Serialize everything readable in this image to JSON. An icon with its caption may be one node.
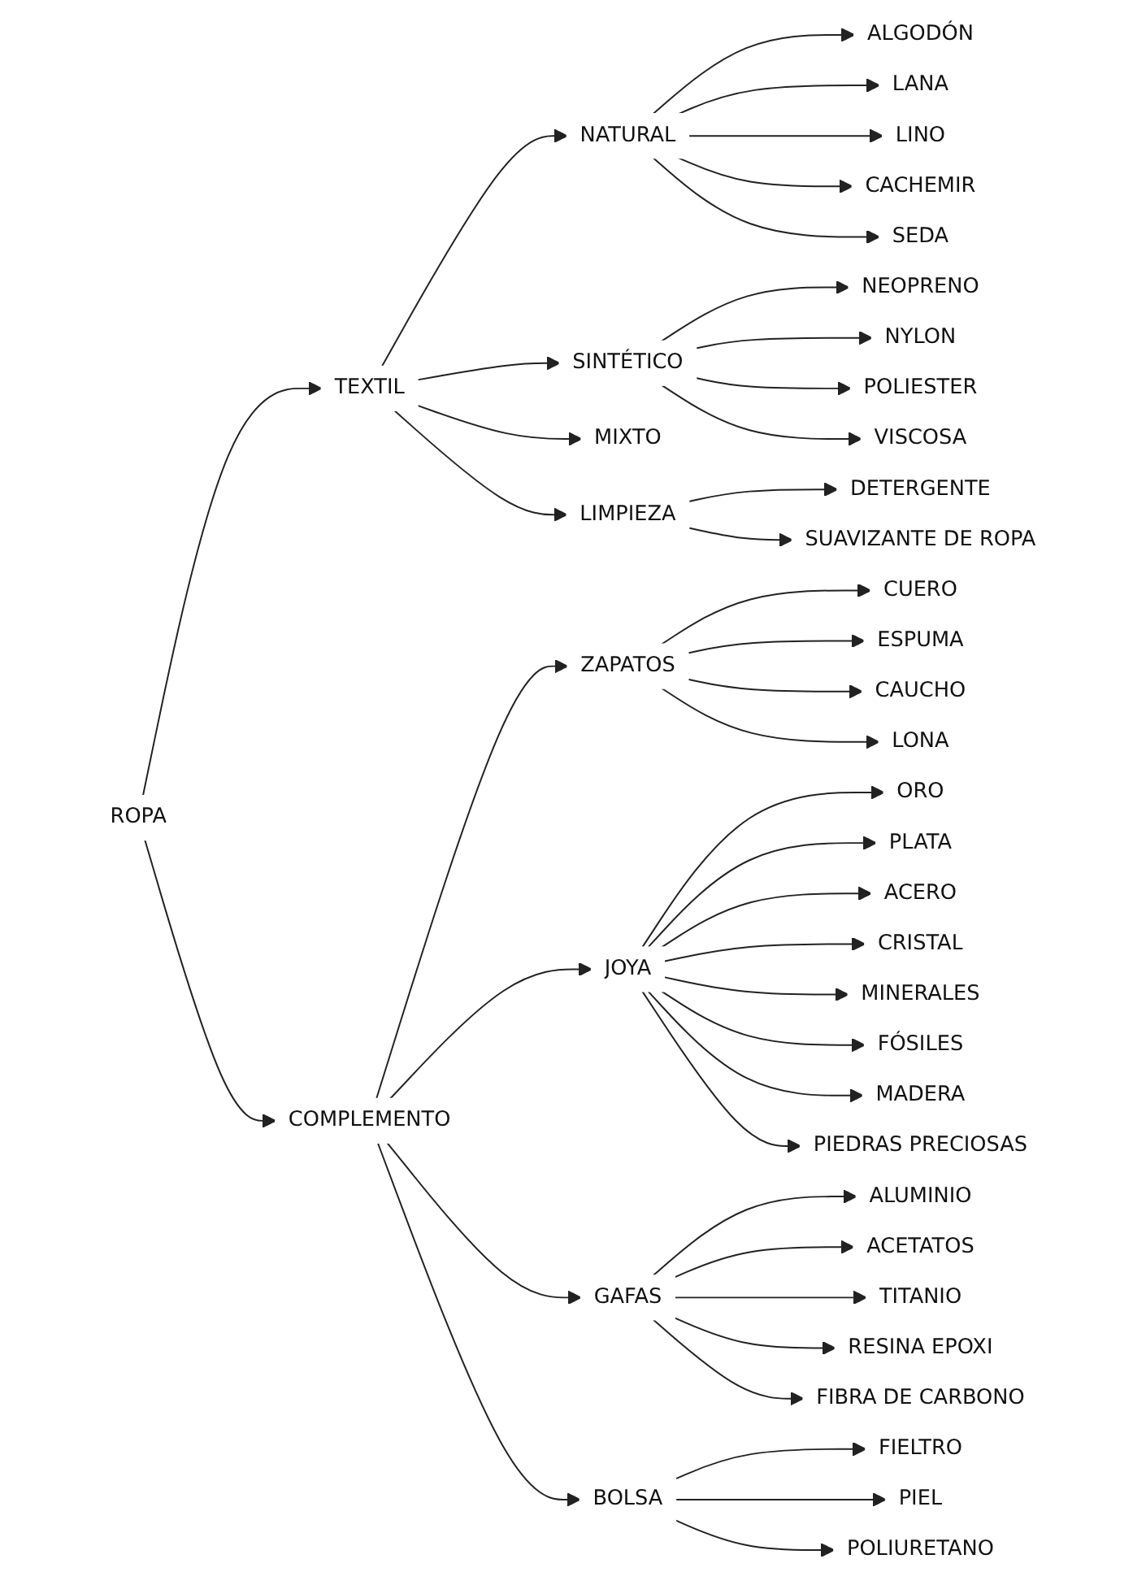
{
  "diagram": {
    "nodes": [
      {
        "text": [
          "ROPA"
        ]
      },
      {
        "text": [
          "TEXTIL"
        ]
      },
      {
        "text": [
          "NATURAL"
        ]
      },
      {
        "text": [
          "ALGODÓN"
        ]
      },
      {
        "text": [
          "LANA"
        ]
      },
      {
        "text": [
          "LINO"
        ]
      },
      {
        "text": [
          "CACHEMIR"
        ]
      },
      {
        "text": [
          "SEDA"
        ]
      },
      {
        "text": [
          "SINTÉTICO"
        ]
      },
      {
        "text": [
          "NEOPRENO"
        ]
      },
      {
        "text": [
          "NYLON"
        ]
      },
      {
        "text": [
          "POLIESTER"
        ]
      },
      {
        "text": [
          "VISCOSA"
        ]
      },
      {
        "text": [
          "MIXTO"
        ]
      },
      {
        "text": [
          "LIMPIEZA"
        ]
      },
      {
        "text": [
          "DETERGENTE"
        ]
      },
      {
        "text": [
          "SUAVIZANTE DE ROPA"
        ]
      },
      {
        "text": [
          "COMPLEMENTO"
        ]
      },
      {
        "text": [
          "ZAPATOS"
        ]
      },
      {
        "text": [
          "CUERO"
        ]
      },
      {
        "text": [
          "ESPUMA"
        ]
      },
      {
        "text": [
          "CAUCHO"
        ]
      },
      {
        "text": [
          "LONA"
        ]
      },
      {
        "text": [
          "JOYA"
        ]
      },
      {
        "text": [
          "ORO"
        ]
      },
      {
        "text": [
          "PLATA"
        ]
      },
      {
        "text": [
          "ACERO"
        ]
      },
      {
        "text": [
          "CRISTAL"
        ]
      },
      {
        "text": [
          "MINERALES"
        ]
      },
      {
        "text": [
          "FÓSILES"
        ]
      },
      {
        "text": [
          "MADERA"
        ]
      },
      {
        "text": [
          "PIEDRAS PRECIOSAS"
        ]
      },
      {
        "text": [
          "GAFAS"
        ]
      },
      {
        "text": [
          "ALUMINIO"
        ]
      },
      {
        "text": [
          "ACETATOS"
        ]
      },
      {
        "text": [
          "TITANIO"
        ]
      },
      {
        "text": [
          "RESINA EPOXI"
        ]
      },
      {
        "text": [
          "FIBRA DE CARBONO"
        ]
      },
      {
        "text": [
          "BOLSA"
        ]
      },
      {
        "text": [
          "FIELTRO"
        ]
      },
      {
        "text": [
          "PIEL"
        ]
      },
      {
        "text": [
          "POLIURETANO"
        ]
      }
    ],
    "edges": [
      {
        "from": 0,
        "to": 1,
        "arrow": "to"
      },
      {
        "from": 0,
        "to": 17,
        "arrow": "to"
      },
      {
        "from": 1,
        "to": 2,
        "arrow": "to"
      },
      {
        "from": 1,
        "to": 8,
        "arrow": "to"
      },
      {
        "from": 1,
        "to": 13,
        "arrow": "to"
      },
      {
        "from": 1,
        "to": 14,
        "arrow": "to"
      },
      {
        "from": 2,
        "to": 3,
        "arrow": "to"
      },
      {
        "from": 2,
        "to": 4,
        "arrow": "to"
      },
      {
        "from": 2,
        "to": 5,
        "arrow": "to"
      },
      {
        "from": 2,
        "to": 6,
        "arrow": "to"
      },
      {
        "from": 2,
        "to": 7,
        "arrow": "to"
      },
      {
        "from": 8,
        "to": 9,
        "arrow": "to"
      },
      {
        "from": 8,
        "to": 10,
        "arrow": "to"
      },
      {
        "from": 8,
        "to": 11,
        "arrow": "to"
      },
      {
        "from": 8,
        "to": 12,
        "arrow": "to"
      },
      {
        "from": 14,
        "to": 15,
        "arrow": "to"
      },
      {
        "from": 14,
        "to": 16,
        "arrow": "to"
      },
      {
        "from": 17,
        "to": 18,
        "arrow": "to"
      },
      {
        "from": 17,
        "to": 23,
        "arrow": "to"
      },
      {
        "from": 17,
        "to": 32,
        "arrow": "to"
      },
      {
        "from": 17,
        "to": 38,
        "arrow": "to"
      },
      {
        "from": 18,
        "to": 19,
        "arrow": "to"
      },
      {
        "from": 18,
        "to": 20,
        "arrow": "to"
      },
      {
        "from": 18,
        "to": 21,
        "arrow": "to"
      },
      {
        "from": 18,
        "to": 22,
        "arrow": "to"
      },
      {
        "from": 23,
        "to": 24,
        "arrow": "to"
      },
      {
        "from": 23,
        "to": 25,
        "arrow": "to"
      },
      {
        "from": 23,
        "to": 26,
        "arrow": "to"
      },
      {
        "from": 23,
        "to": 27,
        "arrow": "to"
      },
      {
        "from": 23,
        "to": 28,
        "arrow": "to"
      },
      {
        "from": 23,
        "to": 29,
        "arrow": "to"
      },
      {
        "from": 23,
        "to": 30,
        "arrow": "to"
      },
      {
        "from": 23,
        "to": 31,
        "arrow": "to"
      },
      {
        "from": 32,
        "to": 33,
        "arrow": "to"
      },
      {
        "from": 32,
        "to": 34,
        "arrow": "to"
      },
      {
        "from": 32,
        "to": 35,
        "arrow": "to"
      },
      {
        "from": 32,
        "to": 36,
        "arrow": "to"
      },
      {
        "from": 32,
        "to": 37,
        "arrow": "to"
      },
      {
        "from": 38,
        "to": 39,
        "arrow": "to"
      },
      {
        "from": 38,
        "to": 40,
        "arrow": "to"
      },
      {
        "from": 38,
        "to": 41,
        "arrow": "to"
      }
    ]
  }
}
